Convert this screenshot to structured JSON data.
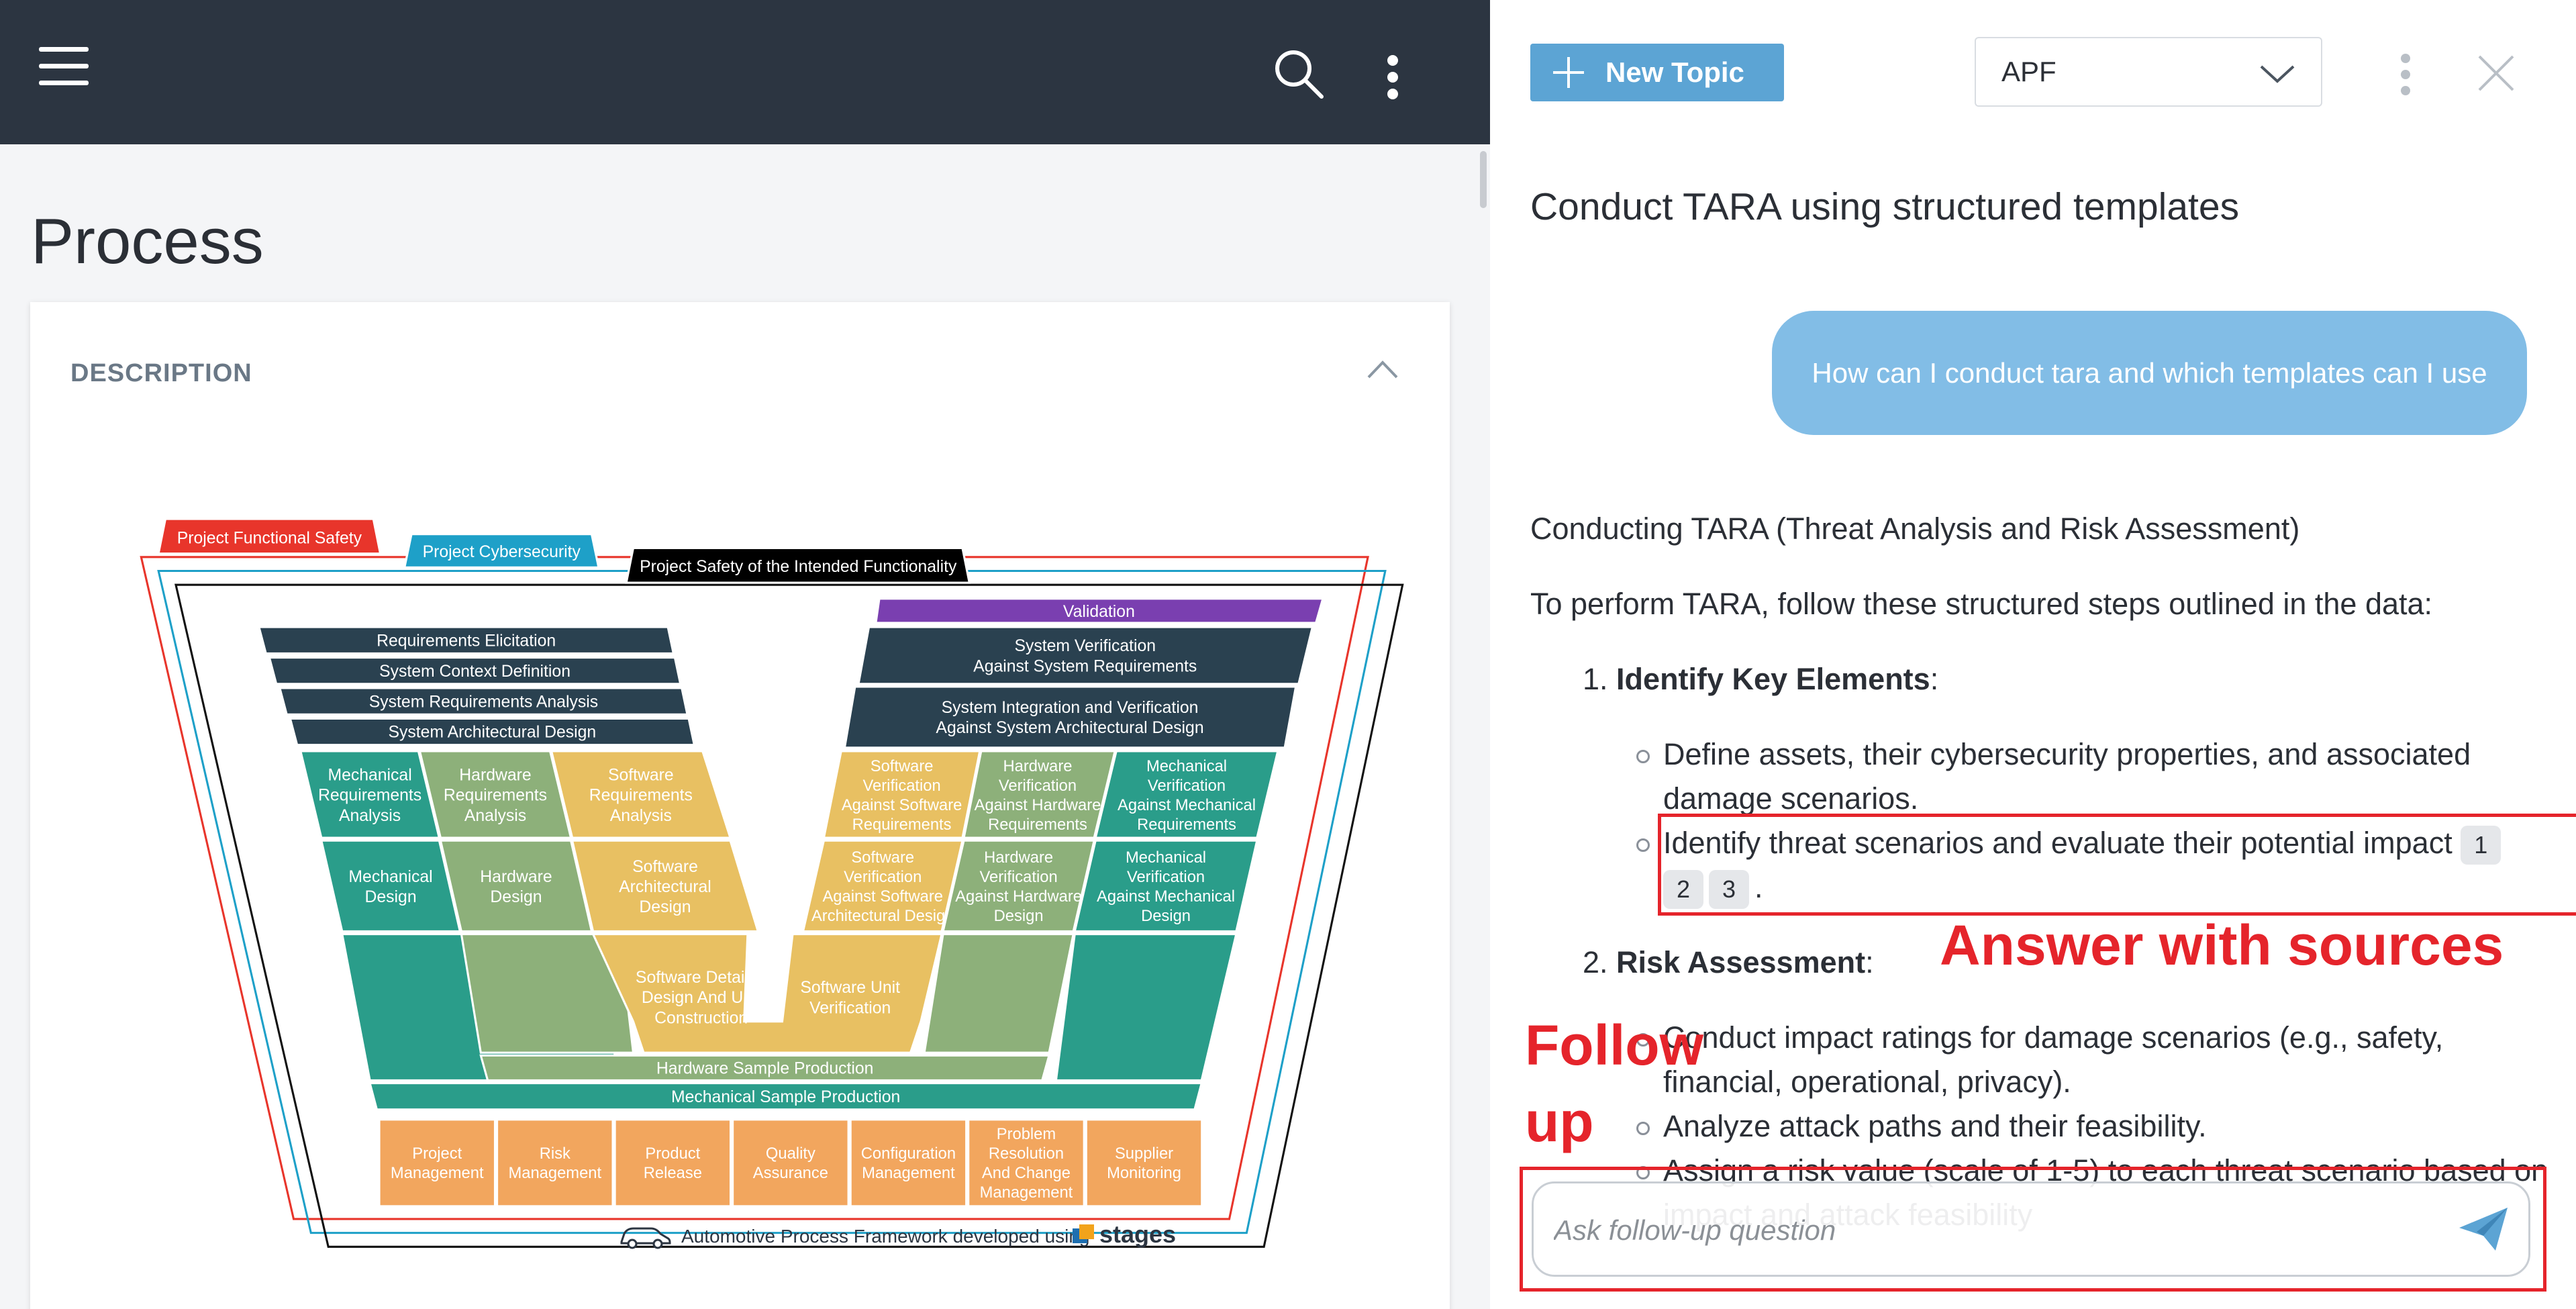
{
  "left": {
    "page_title": "Process",
    "description_label": "DESCRIPTION",
    "diagram": {
      "tabs": [
        "Project Functional Safety",
        "Project Cybersecurity",
        "Project Safety of the Intended Functionality"
      ],
      "validation": "Validation",
      "left_bars": [
        "Requirements Elicitation",
        "System Context Definition",
        "System Requirements Analysis",
        "System Architectural Design"
      ],
      "right_bars": [
        "System Verification\nAgainst System Requirements",
        "System Integration and Verification\nAgainst System Architectural Design"
      ],
      "row1_left": [
        "Mechanical\nRequirements\nAnalysis",
        "Hardware\nRequirements\nAnalysis",
        "Software\nRequirements\nAnalysis"
      ],
      "row1_right": [
        "Software\nVerification\nAgainst Software\nRequirements",
        "Hardware\nVerification\nAgainst Hardware\nRequirements",
        "Mechanical\nVerification\nAgainst Mechanical\nRequirements"
      ],
      "row2_left": [
        "Mechanical\nDesign",
        "Hardware\nDesign",
        "Software\nArchitectural\nDesign"
      ],
      "row2_right": [
        "Software\nVerification\nAgainst Software\nArchitectural Design",
        "Hardware\nVerification\nAgainst Hardware\nDesign",
        "Mechanical\nVerification\nAgainst Mechanical\nDesign"
      ],
      "bottom_v": [
        "Software Detailed\nDesign And Unit\nConstruction",
        "Software Unit\nVerification"
      ],
      "hw_sample": "Hardware Sample Production",
      "mech_sample": "Mechanical Sample Production",
      "support": [
        "Project\nManagement",
        "Risk\nManagement",
        "Product\nRelease",
        "Quality\nAssurance",
        "Configuration\nManagement",
        "Problem\nResolution\nAnd Change\nManagement",
        "Supplier\nMonitoring"
      ],
      "footer": "Automotive Process Framework developed using",
      "logo": "stages"
    }
  },
  "right": {
    "new_topic_label": "New Topic",
    "select_value": "APF",
    "topic_title": "Conduct TARA using structured templates",
    "user_message": "How can I conduct tara and which templates can I use",
    "answer": {
      "heading": "Conducting TARA (Threat Analysis and Risk Assessment)",
      "intro": "To perform TARA, follow these structured steps outlined in the data:",
      "step1_num": "1.",
      "step1_title": "Identify Key Elements",
      "step1_b1": "Define assets, their cybersecurity properties, and associated damage scenarios.",
      "step1_b2": "Identify threat scenarios and evaluate their potential impact",
      "step1_b2_cites": [
        "1",
        "2",
        "3"
      ],
      "step2_num": "2.",
      "step2_title": "Risk Assessment",
      "step2_b1": "Conduct impact ratings for damage scenarios (e.g., safety, financial, operational, privacy).",
      "step2_b2": "Analyze attack paths and their feasibility.",
      "step2_b3": "Assign a risk value (scale of 1-5) to each threat scenario based on impact and attack feasibility"
    },
    "followup_placeholder": "Ask follow-up question"
  },
  "annotations": {
    "answer_with_sources": "Answer with sources",
    "follow_up_line1": "Follow",
    "follow_up_line2": "up",
    "color": "#e5242b"
  },
  "colors": {
    "topbar": "#2c3541",
    "accent": "#5ca4d4",
    "bubble": "#82bde6",
    "dark_slate": "#2a4150",
    "teal": "#2a9d8a",
    "sage": "#8db07a",
    "mustard": "#e8c062",
    "orange": "#f2a65e",
    "purple": "#7a3fb0",
    "red": "#e8352b",
    "cyan": "#1ea0c8"
  }
}
